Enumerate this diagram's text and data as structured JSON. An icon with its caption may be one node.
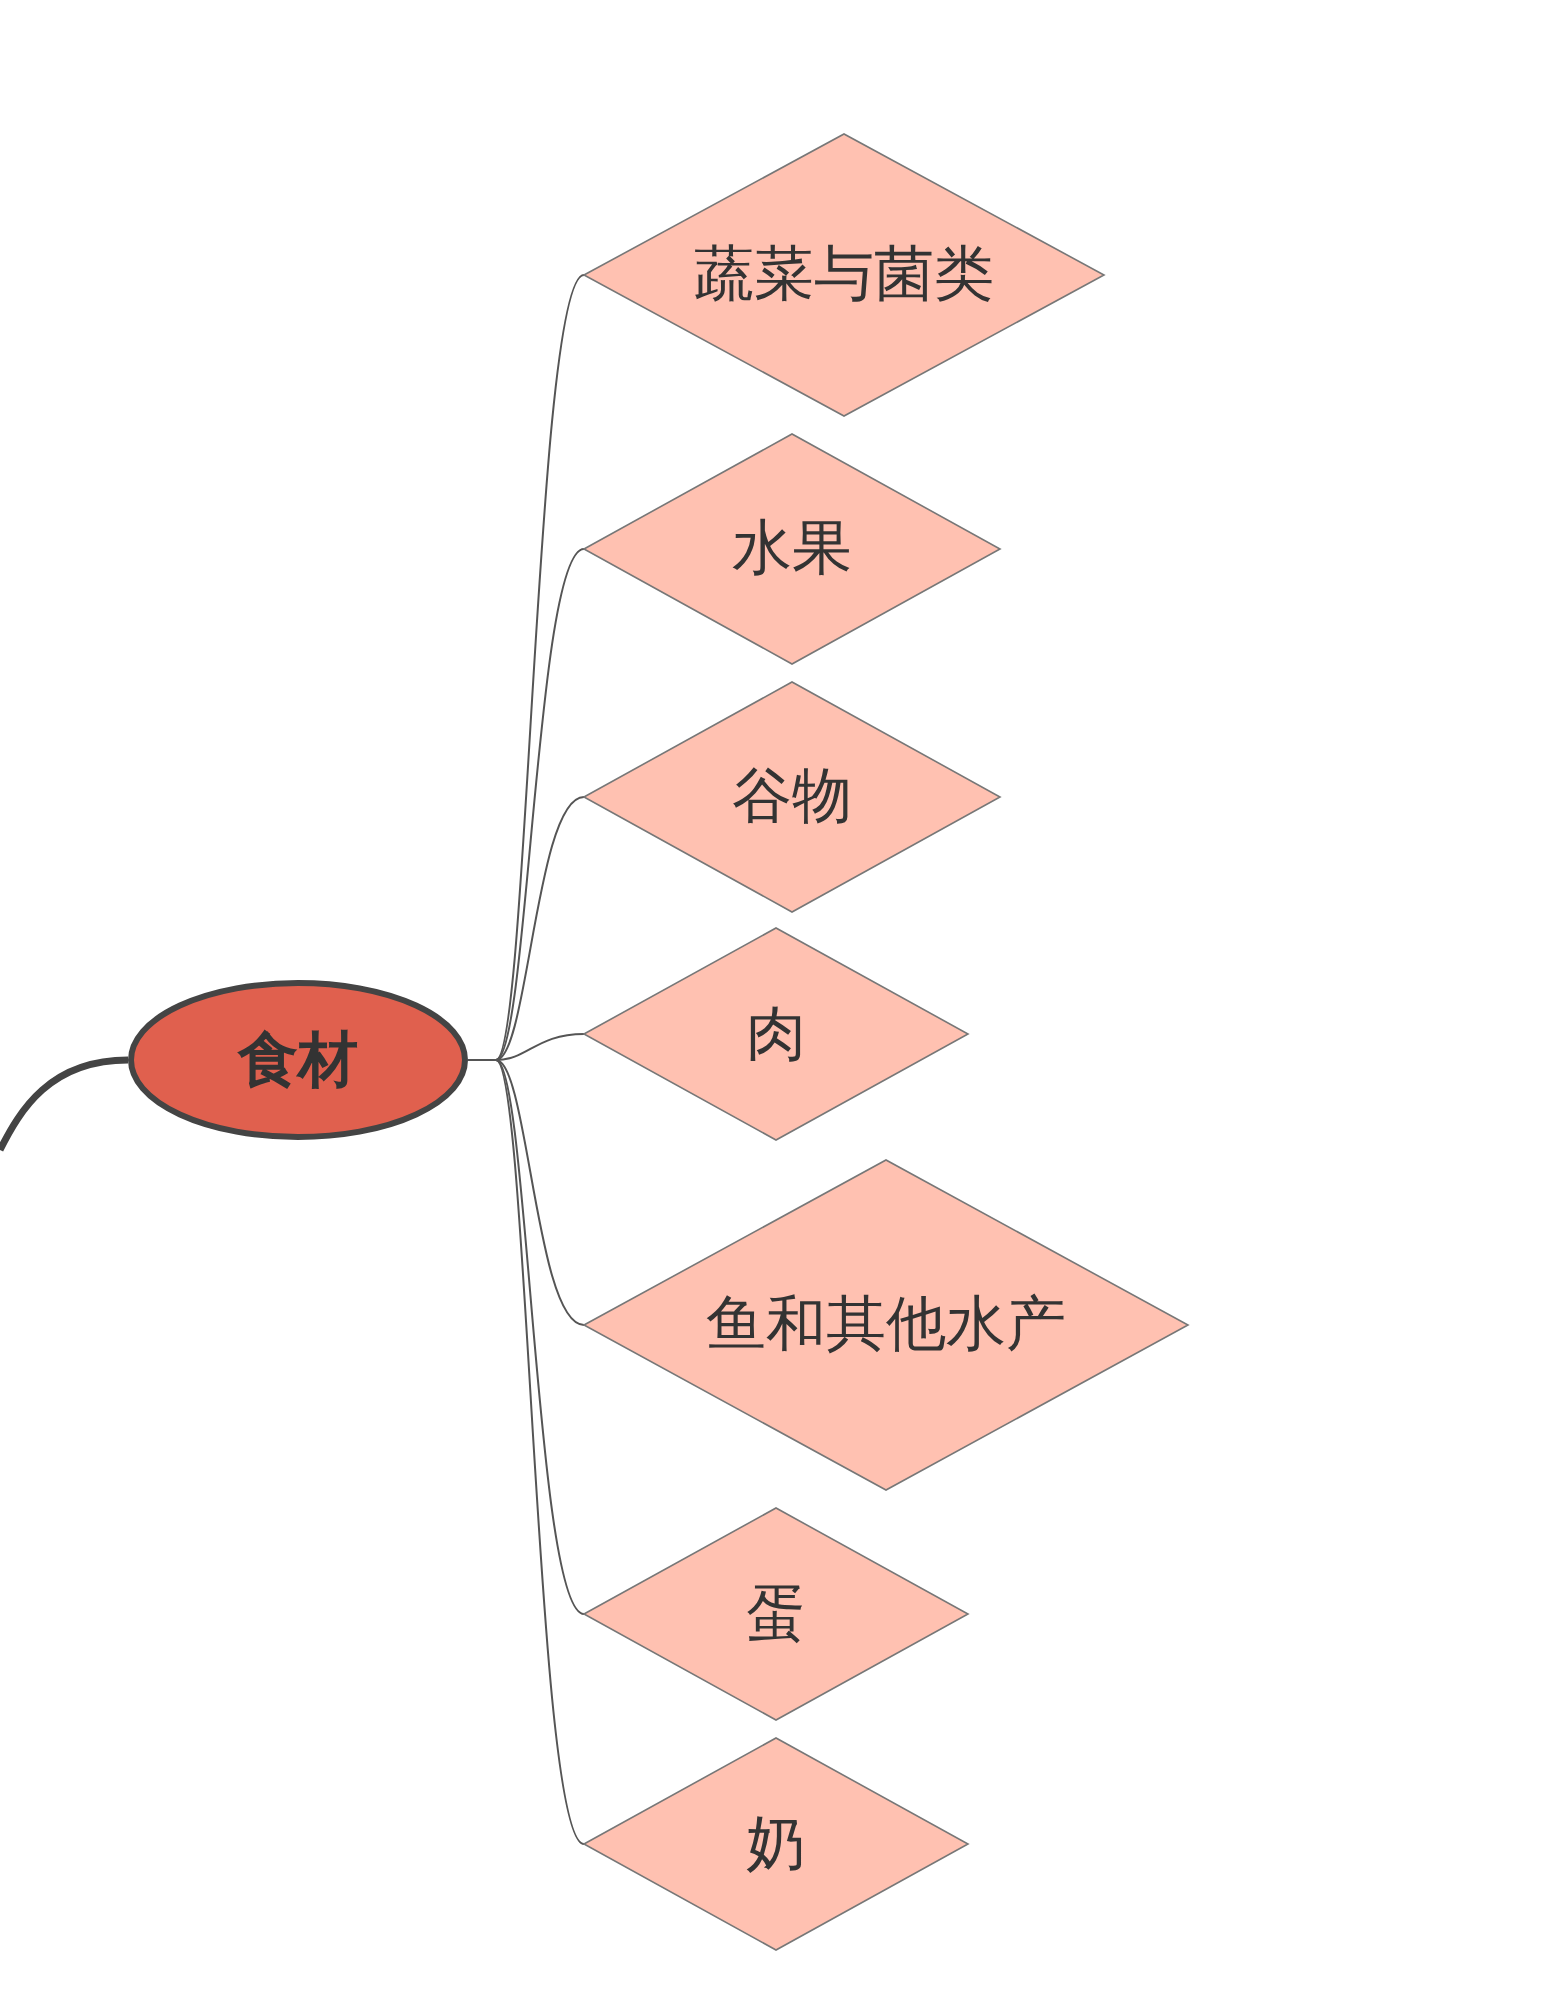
{
  "diagram": {
    "nodes": [
      {
        "text": [
          "食材"
        ]
      },
      {
        "text": [
          "蔬菜与菌类"
        ]
      },
      {
        "text": [
          "水果"
        ]
      },
      {
        "text": [
          "谷物"
        ]
      },
      {
        "text": [
          "肉"
        ]
      },
      {
        "text": [
          "鱼和其他水产"
        ]
      },
      {
        "text": [
          "蛋"
        ]
      },
      {
        "text": [
          "奶"
        ]
      }
    ],
    "edges": [
      {
        "from": null,
        "to": 0,
        "arrow": "none",
        "style": "thick",
        "color": "#444444"
      },
      {
        "from": 0,
        "to": 1,
        "arrow": "none"
      },
      {
        "from": 0,
        "to": 2,
        "arrow": "none"
      },
      {
        "from": 0,
        "to": 3,
        "arrow": "none"
      },
      {
        "from": 0,
        "to": 4,
        "arrow": "none"
      },
      {
        "from": 0,
        "to": 5,
        "arrow": "none"
      },
      {
        "from": 0,
        "to": 6,
        "arrow": "none"
      },
      {
        "from": 0,
        "to": 7,
        "arrow": "none"
      }
    ]
  }
}
